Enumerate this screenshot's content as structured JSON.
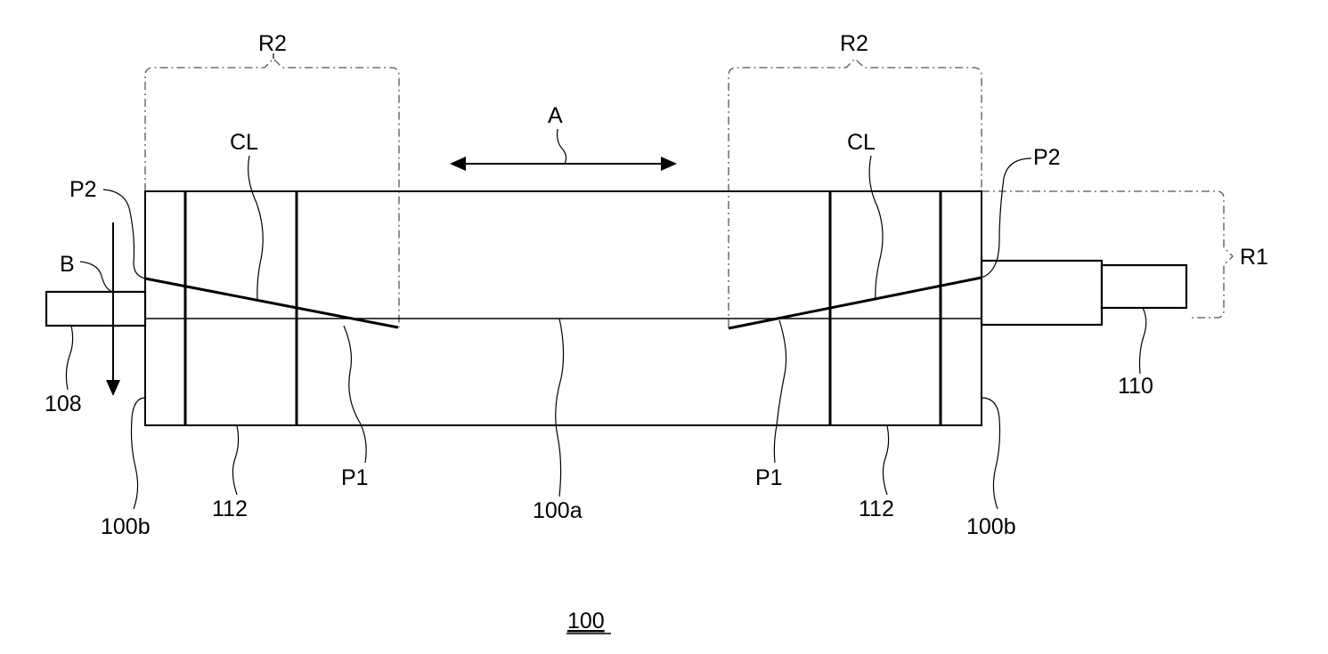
{
  "figure": {
    "number": "100",
    "labels": {
      "region_left": "R2",
      "region_right": "R2",
      "region_r1": "R1",
      "direction_a": "A",
      "direction_b": "B",
      "cl_left": "CL",
      "cl_right": "CL",
      "p2_left": "P2",
      "p2_right": "P2",
      "p1_left": "P1",
      "p1_right": "P1",
      "shaft_left": "108",
      "shaft_right": "110",
      "end_left": "100b",
      "end_right": "100b",
      "band_left": "112",
      "band_right": "112",
      "center": "100a"
    }
  },
  "colors": {
    "line": "#000000",
    "dashed": "#555555",
    "background": "#ffffff"
  }
}
